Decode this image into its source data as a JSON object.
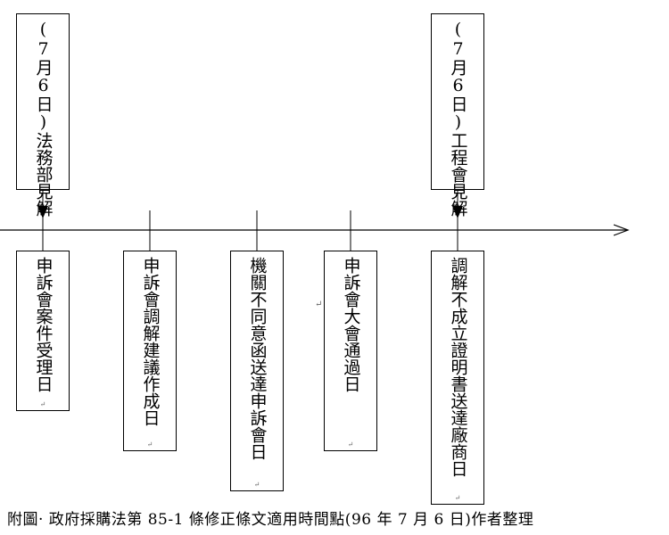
{
  "top_events": [
    {
      "label": "(7月6日)法務部見解"
    },
    {
      "label": "(7月6日)工程會見解"
    }
  ],
  "bottom_events": [
    {
      "label": "申訴會案件受理日"
    },
    {
      "label": "申訴會調解建議作成日"
    },
    {
      "label": "機關不同意函送達申訴會日"
    },
    {
      "label": "申訴會大會通過日"
    },
    {
      "label": "調解不成立證明書送達廠商日"
    }
  ],
  "caption": "附圖· 政府採購法第 85-1 條修正條文適用時間點(96 年 7 月 6 日)作者整理",
  "paragraph_mark": "↵",
  "colors": {
    "line": "#000000",
    "background": "#ffffff"
  }
}
